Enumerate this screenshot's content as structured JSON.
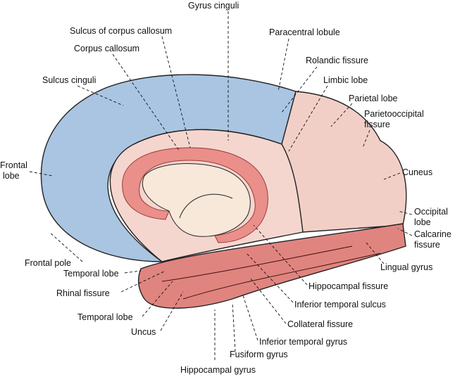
{
  "colors": {
    "frontal": "#a9c5e2",
    "parietal": "#f1cfc7",
    "temporal": "#e0847f",
    "limbic": "#f4d6cf",
    "corpus_callosum": "#ea8f8a",
    "thalamus": "#f7e8da"
  },
  "labels": {
    "gyrus_cinguli": "Gyrus cinguli",
    "sulcus_corpus_callosum": "Sulcus of corpus callosum",
    "paracentral_lobule": "Paracentral lobule",
    "corpus_callosum": "Corpus callosum",
    "rolandic_fissure": "Rolandic fissure",
    "sulcus_cinguli": "Sulcus cinguli",
    "limbic_lobe": "Limbic lobe",
    "parietal_lobe": "Parietal lobe",
    "parietooccipital_1": "Parietooccipital",
    "parietooccipital_2": "fissure",
    "frontal_lobe_1": "Frontal",
    "frontal_lobe_2": "lobe",
    "cuneus": "Cuneus",
    "occipital_1": "Occipital",
    "occipital_2": "lobe",
    "calcarine_1": "Calcarine",
    "calcarine_2": "fissure",
    "frontal_pole": "Frontal pole",
    "lingual_gyrus": "Lingual gyrus",
    "temporal_lobe_a": "Temporal lobe",
    "hippocampal_fissure": "Hippocampal fissure",
    "rhinal_fissure": "Rhinal fissure",
    "inferior_temporal_sulcus": "Inferior temporal sulcus",
    "temporal_lobe_b": "Temporal lobe",
    "collateral_fissure": "Collateral fissure",
    "uncus": "Uncus",
    "inferior_temporal_gyrus": "Inferior temporal gyrus",
    "fusiform_gyrus": "Fusiform gyrus",
    "hippocampal_gyrus": "Hippocampal gyrus"
  }
}
